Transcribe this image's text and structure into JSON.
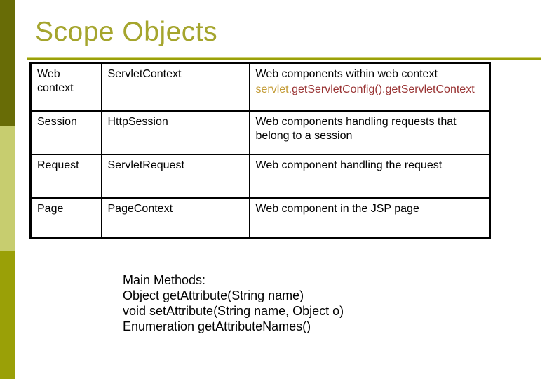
{
  "slide": {
    "title": "Scope Objects",
    "colors": {
      "title_olive": "#a5a52d",
      "bar_dark_olive": "#686c06",
      "bar_light_green": "#c7cd6f",
      "bar_olive": "#9aa007",
      "table_border": "#000000",
      "code_gold": "#c39b35",
      "code_red": "#993333"
    },
    "table": {
      "rows": [
        {
          "scope": "Web context",
          "java_class": "ServletContext",
          "description": "Web components within web context",
          "code_prefix": "servlet",
          "code_rest": ".getServletConfig().getServletContext"
        },
        {
          "scope": "Session",
          "java_class": "HttpSession",
          "description": "Web components handling requests that belong to a session"
        },
        {
          "scope": "Request",
          "java_class": "ServletRequest",
          "description": "Web component handling the request"
        },
        {
          "scope": "Page",
          "java_class": "PageContext",
          "description": "Web component in the JSP page"
        }
      ]
    },
    "notes": {
      "heading": "Main Methods:",
      "lines": [
        "Object getAttribute(String name)",
        "void setAttribute(String name, Object o)",
        "Enumeration getAttributeNames()"
      ]
    }
  }
}
